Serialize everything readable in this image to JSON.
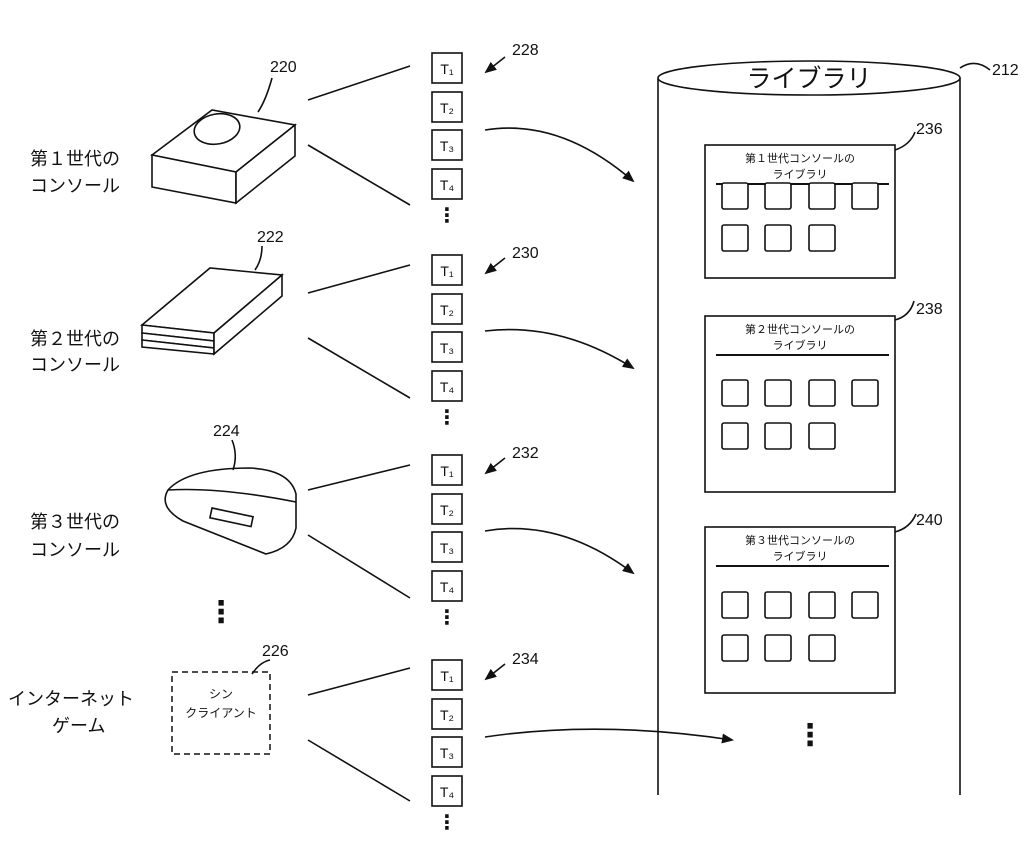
{
  "library": {
    "title": "ライブラリ",
    "ref": "212",
    "panels": [
      {
        "ref": "236",
        "title_line1": "第１世代コンソールの",
        "title_line2": "ライブラリ"
      },
      {
        "ref": "238",
        "title_line1": "第２世代コンソールの",
        "title_line2": "ライブラリ"
      },
      {
        "ref": "240",
        "title_line1": "第３世代コンソールの",
        "title_line2": "ライブラリ"
      }
    ],
    "ellipsis": "⋮"
  },
  "sources": [
    {
      "label_line1": "第１世代の",
      "label_line2": "コンソール",
      "device_ref": "220",
      "track_ref": "228"
    },
    {
      "label_line1": "第２世代の",
      "label_line2": "コンソール",
      "device_ref": "222",
      "track_ref": "230"
    },
    {
      "label_line1": "第３世代の",
      "label_line2": "コンソール",
      "device_ref": "224",
      "track_ref": "232"
    },
    {
      "label_line1": "インターネット",
      "label_line2": "ゲーム",
      "device_ref": "226",
      "track_ref": "234"
    }
  ],
  "thin_client": {
    "line1": "シン",
    "line2": "クライアント"
  },
  "tile_labels": [
    "T₁",
    "T₂",
    "T₃",
    "T₄"
  ],
  "ellipsis": "⋮"
}
